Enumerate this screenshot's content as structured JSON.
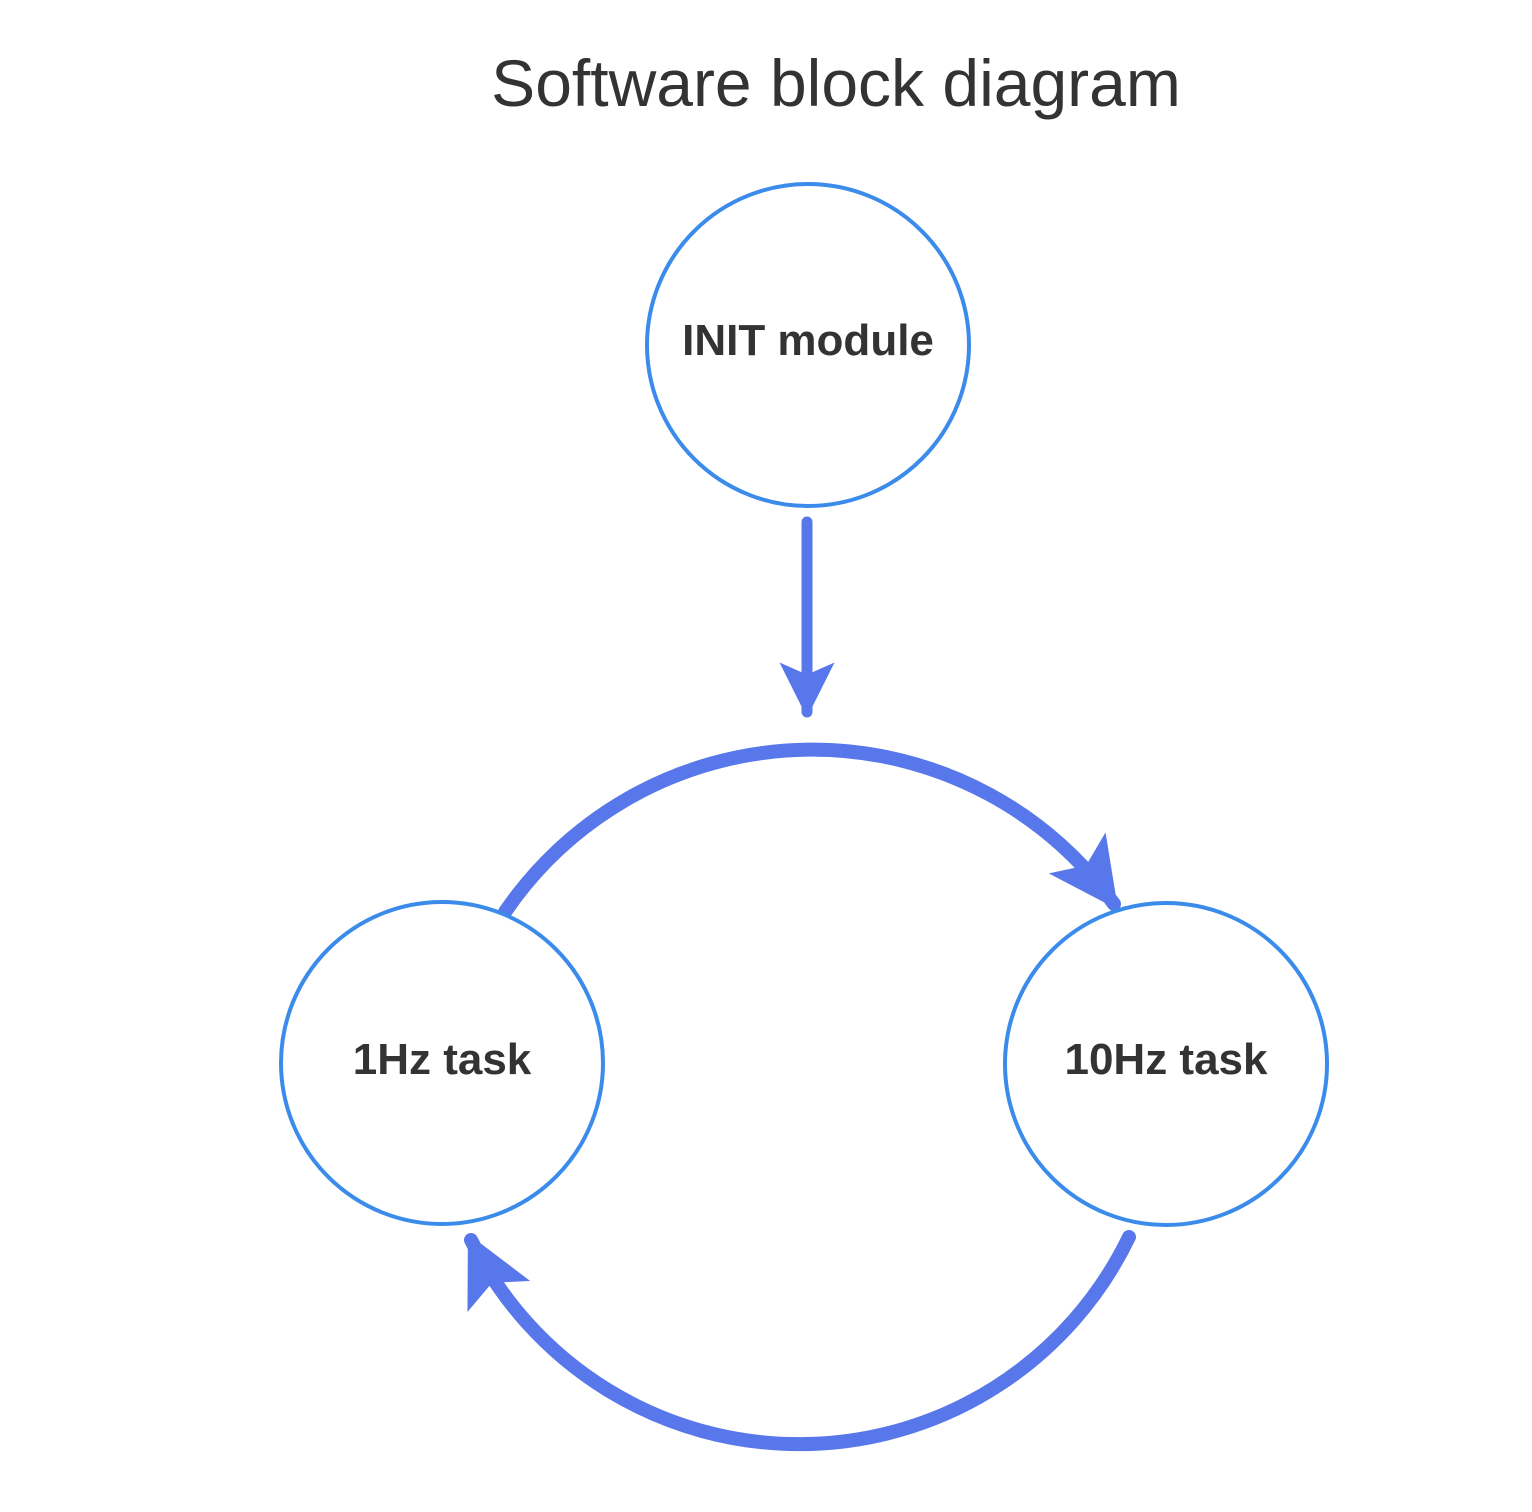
{
  "title": "Software block diagram",
  "nodes": [
    {
      "id": "init",
      "label": "INIT module"
    },
    {
      "id": "task1hz",
      "label": "1Hz task"
    },
    {
      "id": "task10hz",
      "label": "10Hz task"
    }
  ],
  "edges": [
    {
      "from": "init",
      "to": "loop"
    },
    {
      "from": "task1hz",
      "to": "task10hz"
    },
    {
      "from": "task10hz",
      "to": "task1hz"
    }
  ],
  "colors": {
    "node_stroke": "#3b8beb",
    "arrow": "#5777ea",
    "text": "#333333"
  }
}
